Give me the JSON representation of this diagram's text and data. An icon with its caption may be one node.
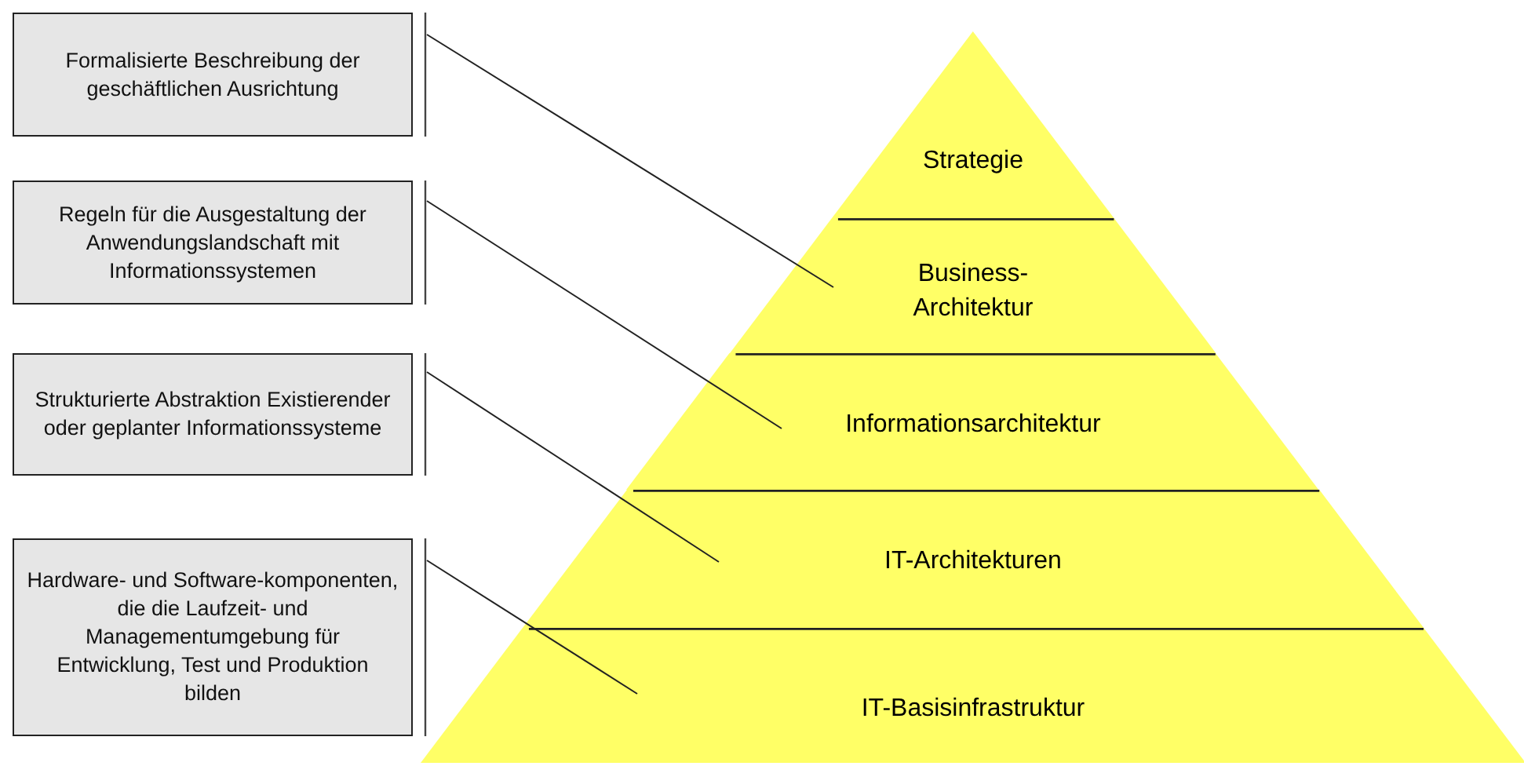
{
  "diagram": {
    "nodes": [
      {
        "text": [
          "Formalisierte Beschreibung der geschäftlichen Ausrichtung"
        ]
      },
      {
        "text": [
          "Regeln für die Ausgestaltung der Anwendungslandschaft mit Informationssystemen"
        ]
      },
      {
        "text": [
          "Strukturierte Abstraktion Existierender oder geplanter Informationssysteme"
        ]
      },
      {
        "text": [
          "Hardware- und Software-komponenten, die die Laufzeit- und Managementumgebung für Entwicklung, Test und Produktion bilden"
        ]
      },
      {
        "text": [
          "Strategie"
        ]
      },
      {
        "text": [
          "Business-Architektur"
        ]
      },
      {
        "text": [
          "Informationsarchitektur"
        ]
      },
      {
        "text": [
          "IT-Architekturen"
        ]
      },
      {
        "text": [
          "IT-Basisinfrastruktur"
        ]
      }
    ],
    "edges": [
      {
        "from": 0,
        "to": 5,
        "arrow": "none"
      },
      {
        "from": 1,
        "to": 6,
        "arrow": "none"
      },
      {
        "from": 2,
        "to": 7,
        "arrow": "none"
      },
      {
        "from": 3,
        "to": 8,
        "arrow": "none"
      }
    ]
  }
}
